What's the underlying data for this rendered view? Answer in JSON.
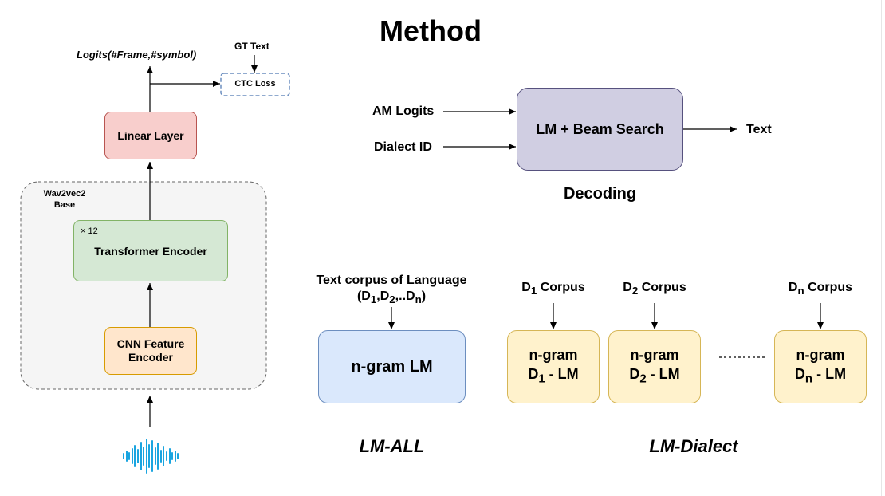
{
  "title": "Method",
  "left": {
    "logits_label": "Logits(#Frame,#symbol)",
    "gt_text": "GT Text",
    "ctc_loss": "CTC Loss",
    "linear_layer": "Linear Layer",
    "wav2vec_line1": "Wav2vec2",
    "wav2vec_line2": "Base",
    "repeat": "× 12",
    "transformer": "Transformer Encoder",
    "cnn_line1": "CNN Feature",
    "cnn_line2": "Encoder",
    "waveform_icon": "audio-waveform-icon"
  },
  "decoding": {
    "am_logits": "AM Logits",
    "dialect_id": "Dialect ID",
    "box": "LM + Beam Search",
    "output": "Text",
    "caption": "Decoding"
  },
  "lm_all": {
    "corpus_line1": "Text corpus of Language",
    "corpus_line2_prefix": "(D",
    "corpus_sub1": "1",
    "corpus_mid1": ",D",
    "corpus_sub2": "2",
    "corpus_mid2": ",..D",
    "corpus_subn": "n",
    "corpus_suffix": ")",
    "box": "n-gram LM",
    "caption": "LM-ALL"
  },
  "lm_dialect": {
    "items": [
      {
        "corpus_d": "D",
        "corpus_sub": "1",
        "corpus_rest": " Corpus",
        "ngram": "n-gram",
        "lm_d": "D",
        "lm_sub": "1",
        "lm_rest": " - LM"
      },
      {
        "corpus_d": "D",
        "corpus_sub": "2",
        "corpus_rest": " Corpus",
        "ngram": "n-gram",
        "lm_d": "D",
        "lm_sub": "2",
        "lm_rest": " - LM"
      },
      {
        "corpus_d": "D",
        "corpus_sub": "n",
        "corpus_rest": " Corpus",
        "ngram": "n-gram",
        "lm_d": "D",
        "lm_sub": "n",
        "lm_rest": " - LM"
      }
    ],
    "caption": "LM-Dialect"
  },
  "colors": {
    "linear_fill": "#f8cecc",
    "linear_stroke": "#b85450",
    "green_fill": "#d5e8d4",
    "green_stroke": "#82b366",
    "orange_fill": "#ffe6cc",
    "orange_stroke": "#d79b00",
    "purple_fill": "#d0cee2",
    "purple_stroke": "#56517e",
    "blue_fill": "#dae8fc",
    "blue_stroke": "#6c8ebf",
    "yellow_fill": "#fff2cc",
    "yellow_stroke": "#d6b656",
    "ctc_stroke": "#6c8ebf",
    "wave": "#1aa5e0"
  }
}
